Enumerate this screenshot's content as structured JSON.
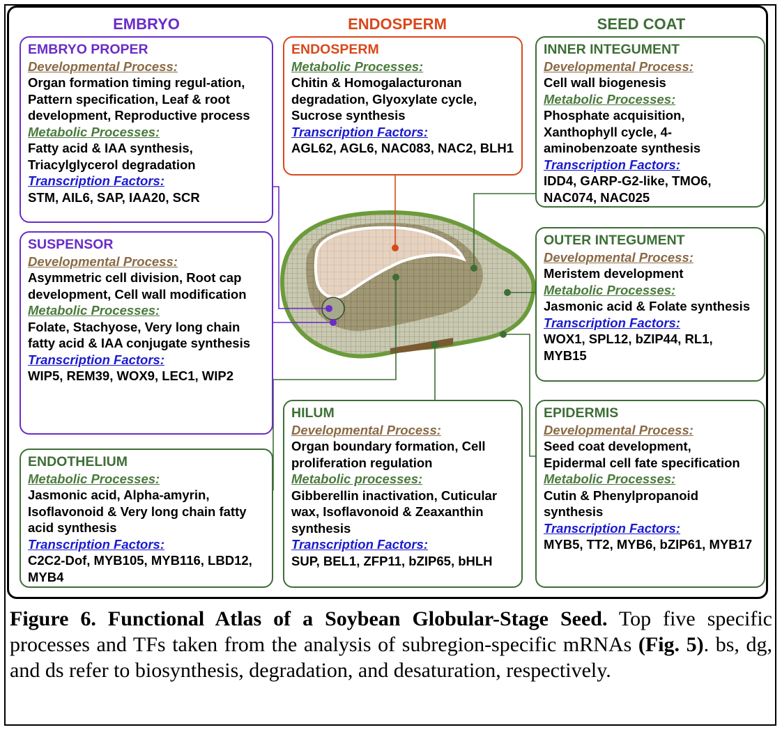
{
  "headers": {
    "embryo": "EMBRYO",
    "endosperm": "ENDOSPERM",
    "seed_coat": "SEED COAT"
  },
  "colors": {
    "embryo": "#6a2cc8",
    "endosperm": "#d9481a",
    "seed_coat": "#3d6e36",
    "developmental": "#8a6a45",
    "metabolic": "#4a7a3c",
    "tf": "#1a1ad0"
  },
  "panels": {
    "embryo_proper": {
      "title": "EMBRYO PROPER",
      "dev_label": "Developmental Process:",
      "dev_text": "Organ formation timing regul-ation, Pattern specification, Leaf & root development, Reproductive process",
      "met_label": "Metabolic Processes:",
      "met_text": "Fatty acid & IAA synthesis, Triacylglycerol degradation",
      "tf_label": "Transcription Factors:",
      "tf_text": "STM, AIL6, SAP, IAA20, SCR"
    },
    "suspensor": {
      "title": "SUSPENSOR",
      "dev_label": "Developmental Process:",
      "dev_text": "Asymmetric cell division, Root cap development, Cell wall modification",
      "met_label": "Metabolic Processes:",
      "met_text": "Folate, Stachyose, Very long chain fatty acid & IAA conjugate synthesis",
      "tf_label": "Transcription Factors:",
      "tf_text": "WIP5, REM39, WOX9, LEC1, WIP2"
    },
    "endothelium": {
      "title": "ENDOTHELIUM",
      "met_label": "Metabolic Processes:",
      "met_text": "Jasmonic acid, Alpha-amyrin, Isoflavonoid & Very long chain fatty acid synthesis",
      "tf_label": "Transcription Factors:",
      "tf_text": "C2C2-Dof, MYB105, MYB116, LBD12, MYB4"
    },
    "endosperm": {
      "title": "ENDOSPERM",
      "met_label": "Metabolic Processes:",
      "met_text": "Chitin & Homogalacturonan degradation, Glyoxylate cycle, Sucrose synthesis",
      "tf_label": "Transcription Factors:",
      "tf_text": "AGL62, AGL6, NAC083, NAC2, BLH1"
    },
    "hilum": {
      "title": "HILUM",
      "dev_label": "Developmental Process:",
      "dev_text": "Organ boundary formation, Cell proliferation regulation",
      "met_label": "Metabolic processes:",
      "met_text": "Gibberellin inactivation, Cuticular wax, Isoflavonoid & Zeaxanthin synthesis",
      "tf_label": "Transcription Factors:",
      "tf_text": "SUP, BEL1, ZFP11, bZIP65, bHLH"
    },
    "inner_integument": {
      "title": "INNER INTEGUMENT",
      "dev_label": "Developmental Process:",
      "dev_text": "Cell wall biogenesis",
      "met_label": "Metabolic Processes:",
      "met_text": "Phosphate acquisition, Xanthophyll cycle, 4-aminobenzoate synthesis",
      "tf_label": "Transcription Factors:",
      "tf_text": "IDD4, GARP-G2-like, TMO6, NAC074, NAC025"
    },
    "outer_integument": {
      "title": "OUTER INTEGUMENT",
      "dev_label": "Developmental Process:",
      "dev_text": "Meristem development",
      "met_label": "Metabolic Processes:",
      "met_text": "Jasmonic acid  & Folate synthesis",
      "tf_label": "Transcription Factors:",
      "tf_text": "WOX1, SPL12, bZIP44, RL1, MYB15"
    },
    "epidermis": {
      "title": "EPIDERMIS",
      "dev_label": "Developmental Process:",
      "dev_text": "Seed coat development, Epidermal cell fate specification",
      "met_label": "Metabolic Processes:",
      "met_text": "Cutin & Phenylpropanoid synthesis",
      "tf_label": "Transcription Factors:",
      "tf_text": "MYB5, TT2, MYB6, bZIP61, MYB17"
    }
  },
  "caption": {
    "bold_lead": "Figure 6.  Functional Atlas of a Soybean Globular-Stage Seed.",
    "text1": " Top five specific processes and TFs taken from the analysis of subregion-specific mRNAs ",
    "ref": "(Fig. 5)",
    "text2": ".   bs, dg, and ds refer to biosynthesis, degradation, and desaturation, respectively."
  }
}
